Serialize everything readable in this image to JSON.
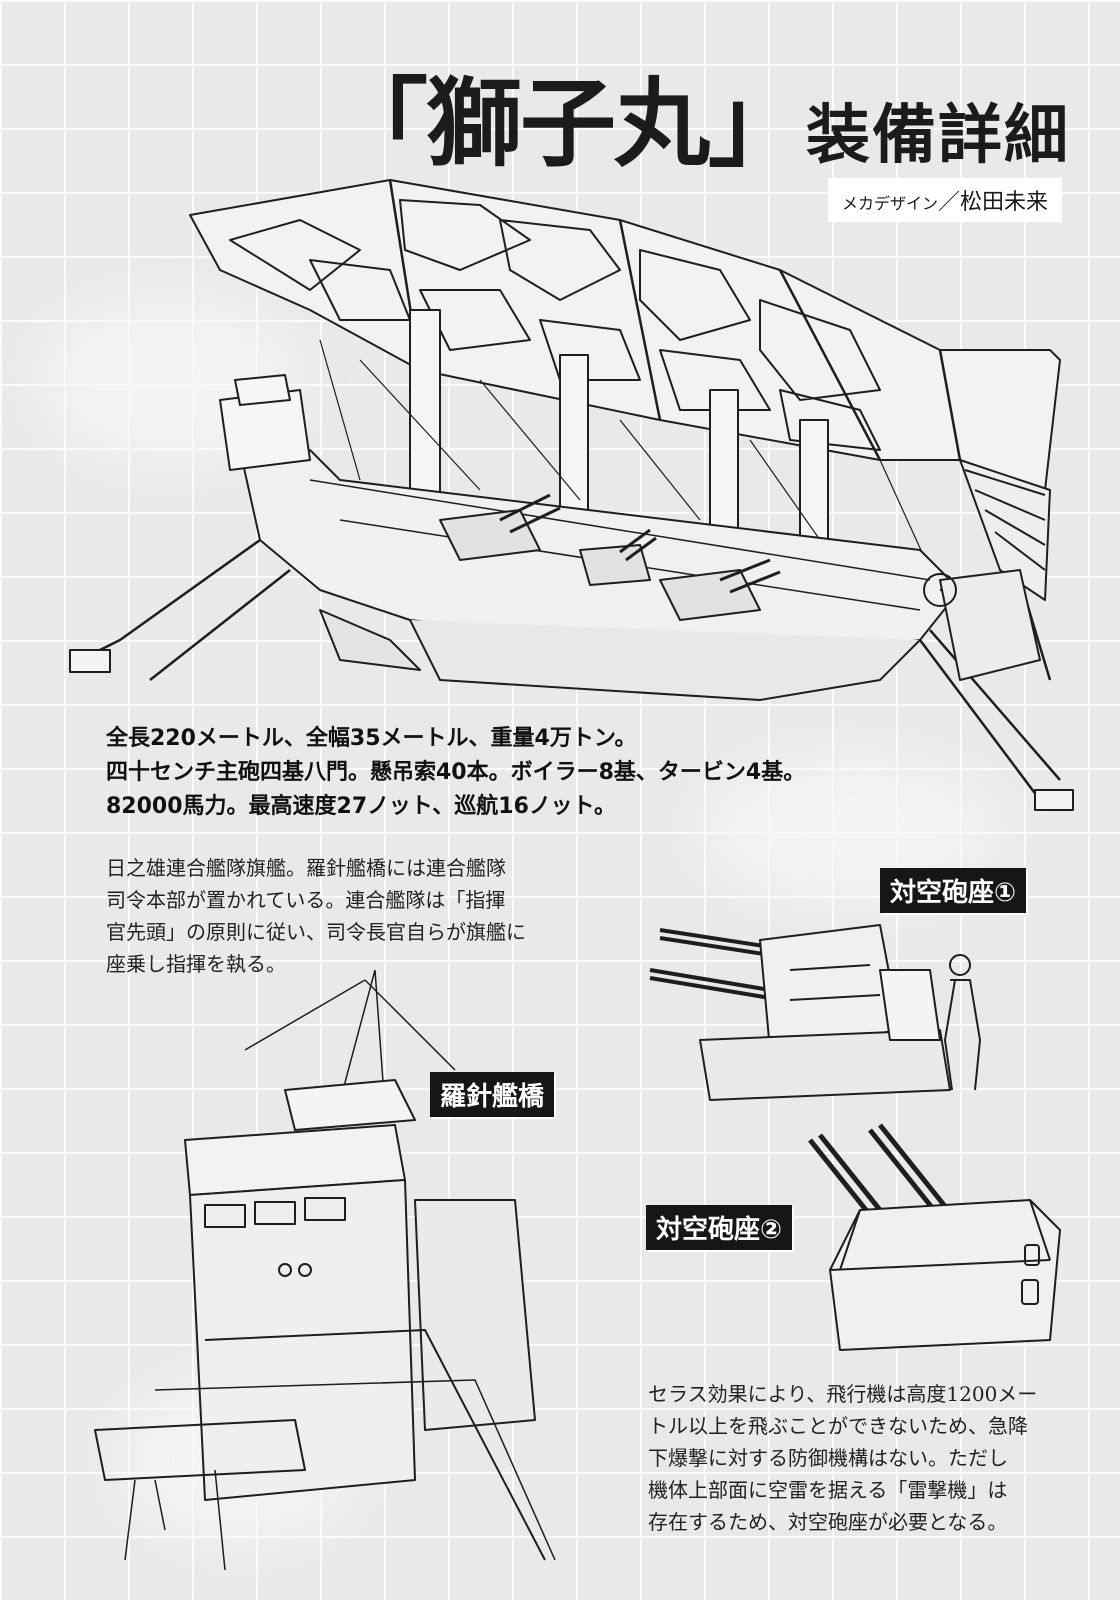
{
  "title": {
    "main": "「獅子丸」",
    "sub": "装備詳細"
  },
  "credit": {
    "role": "メカデザイン",
    "separator": "／",
    "name": "松田未来"
  },
  "specs": [
    "全長220メートル、全幅35メートル、重量4万トン。",
    "四十センチ主砲四基八門。懸吊索40本。ボイラー8基、タービン4基。",
    "82000馬力。最高速度27ノット、巡航16ノット。"
  ],
  "description": [
    "日之雄連合艦隊旗艦。羅針艦橋には連合艦隊",
    "司令本部が置かれている。連合艦隊は「指揮",
    "官先頭」の原則に従い、司令長官自らが旗艦に",
    "座乗し指揮を執る。"
  ],
  "labels": {
    "aa_mount_1": "対空砲座①",
    "compass_bridge": "羅針艦橋",
    "aa_mount_2": "対空砲座②"
  },
  "note": [
    "セラス効果により、飛行機は高度1200メー",
    "トル以上を飛ぶことができないため、急降",
    "下爆撃に対する防御機構はない。ただし",
    "機体上部面に空雷を据える「雷撃機」は",
    "存在するため、対空砲座が必要となる。"
  ]
}
